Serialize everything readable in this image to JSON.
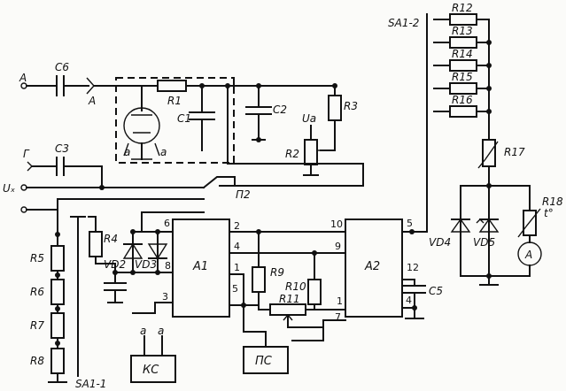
{
  "labels": {
    "A": "A",
    "A2in": "A",
    "G": "Г",
    "Ux": "Uₓ",
    "C6": "C6",
    "C3": "C3",
    "C1": "C1",
    "C2": "C2",
    "C5": "C5",
    "R1": "R1",
    "R2": "R2",
    "R3": "R3",
    "R4": "R4",
    "R5": "R5",
    "R6": "R6",
    "R7": "R7",
    "R8": "R8",
    "R9": "R9",
    "R10": "R10",
    "R11": "R11",
    "R12": "R12",
    "R13": "R13",
    "R14": "R14",
    "R15": "R15",
    "R16": "R16",
    "R17": "R17",
    "R18": "R18",
    "tdeg": "t°",
    "Ua": "Uа",
    "P2": "П2",
    "SA1_1": "SA1-1",
    "SA1_2": "SA1-2",
    "VD2": "VD2",
    "VD3": "VD3",
    "VD4": "VD4",
    "VD5": "VD5",
    "A1": "A1",
    "A2": "A2",
    "KS": "КС",
    "PS": "ПС",
    "a1": "a",
    "a2": "a",
    "a3": "a",
    "a4": "a",
    "meterA": "A",
    "p6": "6",
    "p2": "2",
    "p4": "4",
    "p1": "1",
    "p5": "5",
    "p3": "3",
    "p8": "8",
    "q10": "10",
    "q9": "9",
    "q1": "1",
    "q7": "7",
    "q5": "5",
    "q12": "12",
    "q4": "4"
  }
}
